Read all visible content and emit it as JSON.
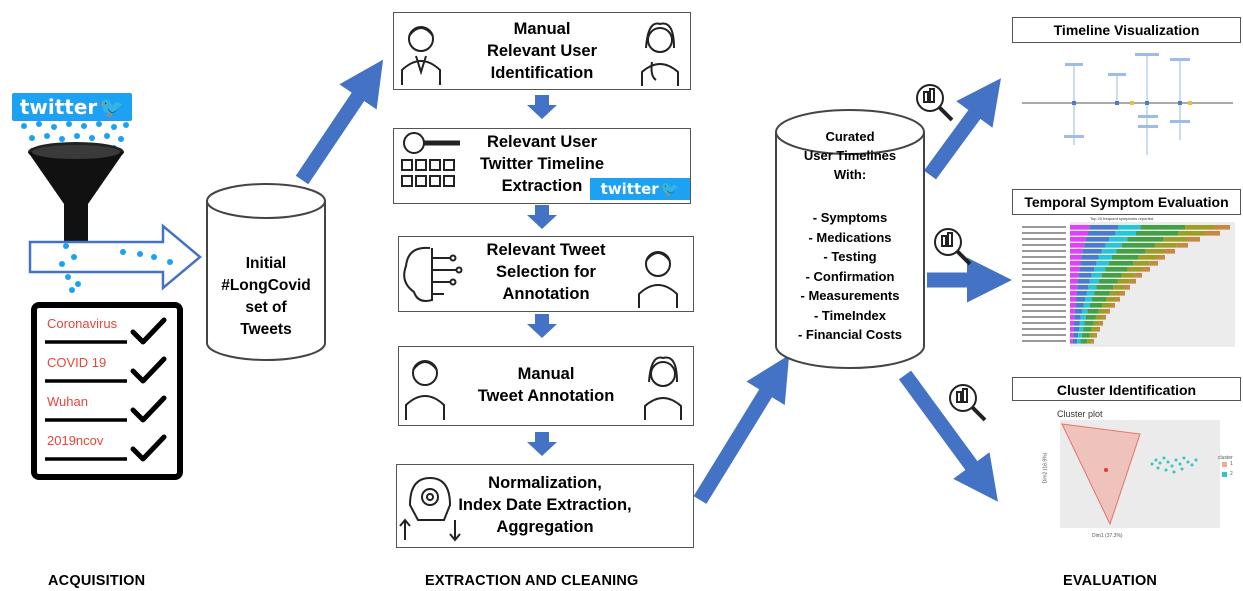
{
  "sections": {
    "acquisition": "ACQUISITION",
    "extraction": "EXTRACTION AND CLEANING",
    "evaluation": "EVALUATION"
  },
  "acquisition": {
    "twitter_logo": "twitter",
    "keywords": [
      "Coronavirus",
      "COVID 19",
      "Wuhan",
      "2019ncov"
    ]
  },
  "initial_set": {
    "lines": [
      "Initial",
      "#LongCovid",
      "set of",
      "Tweets"
    ]
  },
  "steps": [
    {
      "lines": [
        "Manual",
        "Relevant User",
        "Identification"
      ]
    },
    {
      "lines": [
        "Relevant User",
        "Twitter Timeline",
        "Extraction"
      ],
      "badge": "twitter"
    },
    {
      "lines": [
        "Relevant Tweet",
        "Selection for",
        "Annotation"
      ]
    },
    {
      "lines": [
        "Manual",
        "Tweet Annotation"
      ]
    },
    {
      "lines": [
        "Normalization,",
        "Index Date Extraction,",
        "Aggregation"
      ]
    }
  ],
  "curated": {
    "title_lines": [
      "Curated",
      "User Timelines",
      "With:"
    ],
    "items": [
      "- Symptoms",
      "- Medications",
      "- Testing",
      "- Confirmation",
      "- Measurements",
      "- TimeIndex",
      "- Financial Costs"
    ]
  },
  "evaluation_panels": [
    {
      "title": "Timeline Visualization"
    },
    {
      "title": "Temporal Symptom Evaluation",
      "chart_title": "Top 20 frequent symptoms reported"
    },
    {
      "title": "Cluster Identification",
      "plot_title": "Cluster plot",
      "xlabel": "Dim1 (37.3%)",
      "ylabel": "Dim2 (16.9%)",
      "legend_title": "cluster",
      "legend_items": [
        "1",
        "2"
      ]
    }
  ],
  "colors": {
    "arrow_blue": "#4472C4",
    "twitter_blue": "#1DA1F2",
    "keyword_red": "#e8453c",
    "cluster_red": "#f4a79d",
    "cluster_teal": "#33c4c4"
  }
}
